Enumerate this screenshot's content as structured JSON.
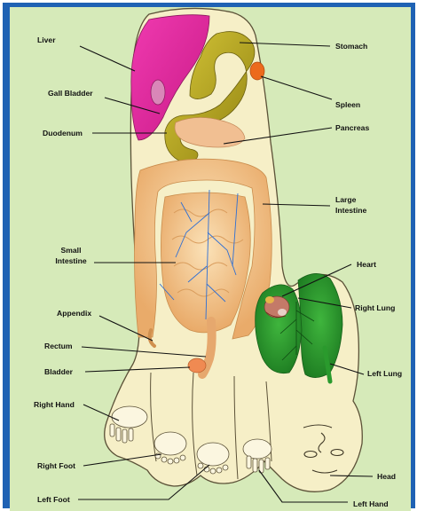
{
  "colors": {
    "page_background": "#ffffff",
    "border_blue": "#1f62b4",
    "panel_background": "#d6eab9",
    "foot_skin": "#f6efc7",
    "foot_outline": "#5c5238",
    "liver": "#e0269a",
    "stomach": "#b6a51a",
    "spleen": "#ec6a1c",
    "pancreas": "#f1bf92",
    "intestine": "#f2c48c",
    "vessels": "#2e6fd4",
    "lung": "#2a9a2d",
    "heart": "#c47a68",
    "label_text": "#111111"
  },
  "labels": {
    "liver": "Liver",
    "gall_bladder": "Gall Bladder",
    "duodenum": "Duodenum",
    "small_intestine_line1": "Small",
    "small_intestine_line2": "Intestine",
    "appendix": "Appendix",
    "rectum": "Rectum",
    "bladder": "Bladder",
    "right_hand": "Right Hand",
    "right_foot": "Right Foot",
    "left_foot": "Left Foot",
    "stomach": "Stomach",
    "spleen": "Spleen",
    "pancreas": "Pancreas",
    "large_intestine_line1": "Large",
    "large_intestine_line2": "Intestine",
    "heart": "Heart",
    "right_lung": "Right Lung",
    "left_lung": "Left Lung",
    "head": "Head",
    "left_hand": "Left Hand"
  }
}
